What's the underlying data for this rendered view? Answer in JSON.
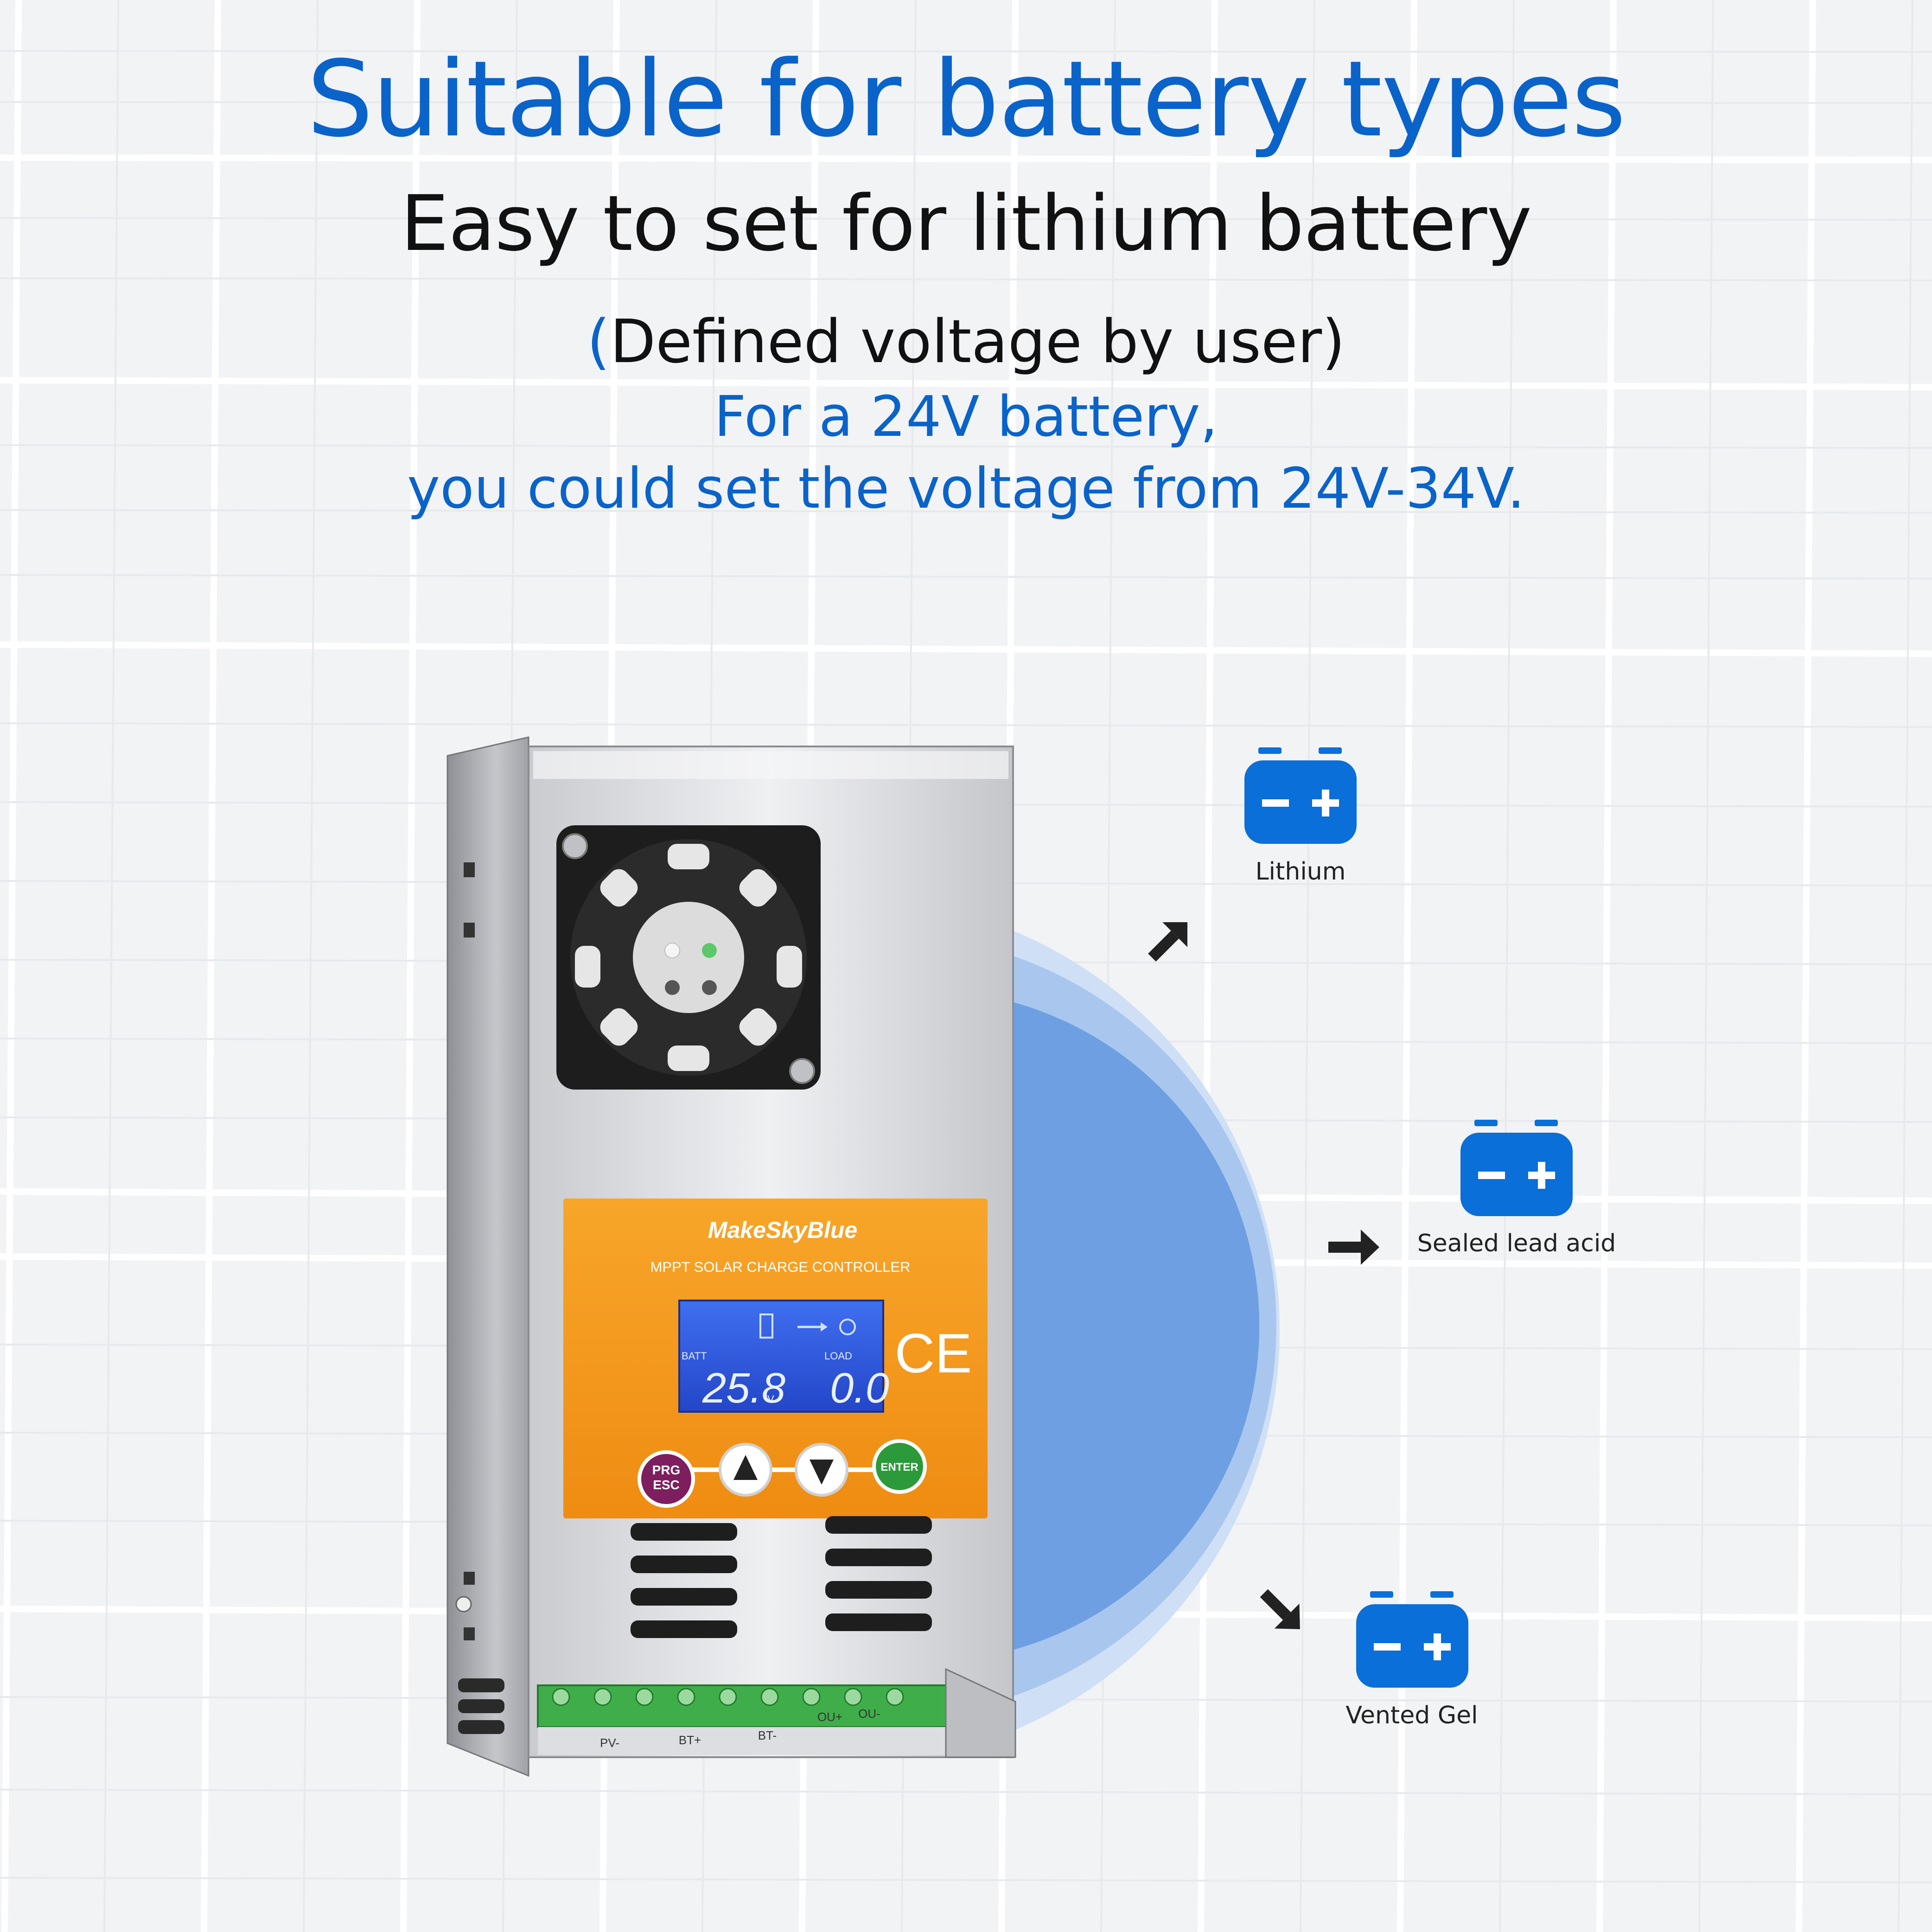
{
  "headline": {
    "title": "Suitable for battery types",
    "subtitle": "Easy to set for lithium battery",
    "note_open": "(",
    "note_rest": "Defined voltage by user)",
    "line1": "For a 24V battery,",
    "line2": "you could set the voltage from 24V-34V."
  },
  "device": {
    "brand": "MakeSkyBlue",
    "model": "MPPT SOLAR CHARGE CONTROLLER",
    "lcd": {
      "left_label": "BATT",
      "right_label": "LOAD",
      "left_value": "25.8",
      "left_unit": "V",
      "right_value": "0.0"
    },
    "mark": "CE",
    "buttons": {
      "prg": "PRG",
      "esc": "ESC",
      "enter": "ENTER"
    },
    "terminals": [
      "PV-",
      "BT+",
      "BT-",
      "OU+",
      "OU-"
    ]
  },
  "battery_types": [
    {
      "label": "Lithium"
    },
    {
      "label": "Sealed lead acid"
    },
    {
      "label": "Vented Gel"
    }
  ],
  "colors": {
    "accent": "#0a63c9",
    "icon_blue": "#0a6fd8",
    "panel_orange": "#f39a1e"
  }
}
